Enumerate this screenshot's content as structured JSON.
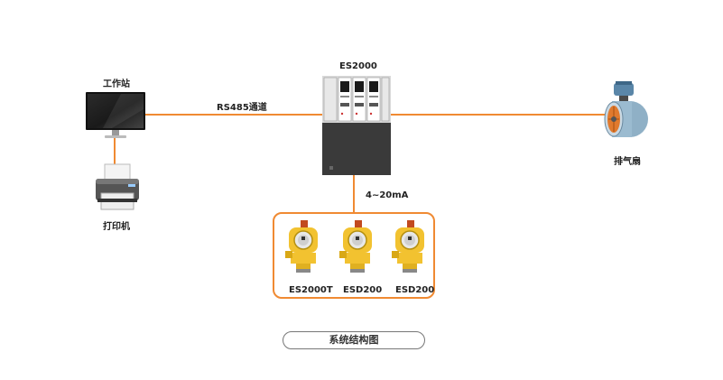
{
  "diagram": {
    "workstation": {
      "label": "工作站"
    },
    "printer": {
      "label": "打印机"
    },
    "controller": {
      "label": "ES2000"
    },
    "fan": {
      "label": "排气扇"
    },
    "rs485_link": {
      "label": "RS485通道"
    },
    "analog_link": {
      "label": "4~20mA"
    },
    "sensors": [
      {
        "label": "ES2000T"
      },
      {
        "label": "ESD200"
      },
      {
        "label": "ESD200"
      }
    ],
    "caption": "系统结构图"
  },
  "colors": {
    "connector": "#f08a32",
    "sensor_yellow": "#f2c230",
    "controller_body": "#3a3a3a"
  }
}
